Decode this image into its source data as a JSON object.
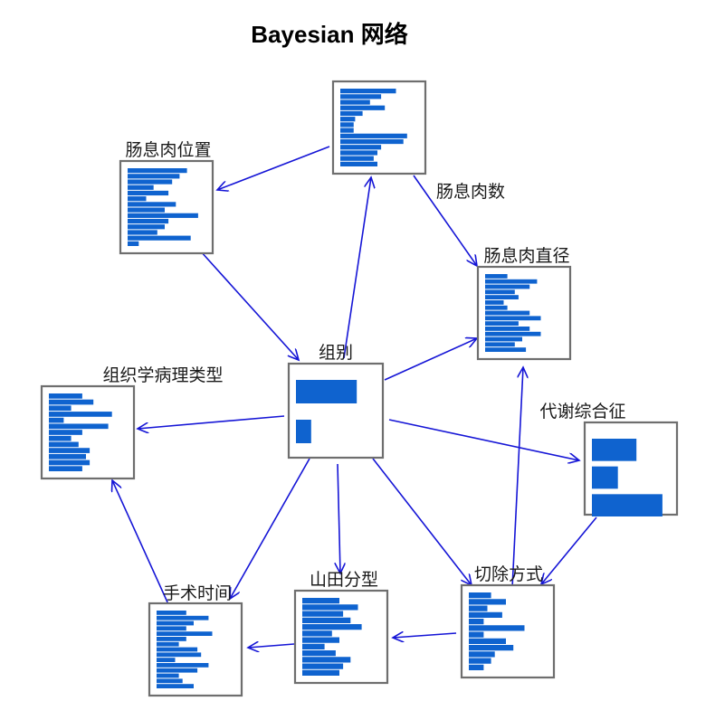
{
  "title": "Bayesian 网络",
  "colors": {
    "bar": "#0f63cf",
    "edge": "#1515d6",
    "box_border": "#6e6e6e"
  },
  "nodes": [
    {
      "id": "n_count",
      "label": "肠息肉数",
      "bars": [
        0.75,
        0.55,
        0.4,
        0.6,
        0.3,
        0.2,
        0.18,
        0.18,
        0.9,
        0.85,
        0.55,
        0.5,
        0.45,
        0.5
      ]
    },
    {
      "id": "n_location",
      "label": "肠息肉位置",
      "bars": [
        0.8,
        0.7,
        0.6,
        0.35,
        0.55,
        0.25,
        0.65,
        0.5,
        0.95,
        0.55,
        0.5,
        0.4,
        0.85,
        0.15
      ]
    },
    {
      "id": "n_diameter",
      "label": "肠息肉直径",
      "bars": [
        0.3,
        0.7,
        0.6,
        0.4,
        0.45,
        0.25,
        0.3,
        0.6,
        0.75,
        0.45,
        0.6,
        0.75,
        0.5,
        0.4,
        0.55
      ]
    },
    {
      "id": "n_group",
      "label": "组别",
      "bars": [
        0.8,
        0.2
      ]
    },
    {
      "id": "n_histology",
      "label": "组织学病理类型",
      "bars": [
        0.45,
        0.6,
        0.3,
        0.85,
        0.2,
        0.8,
        0.45,
        0.3,
        0.4,
        0.55,
        0.5,
        0.55,
        0.45
      ]
    },
    {
      "id": "n_metabolic",
      "label": "代谢综合征",
      "bars": [
        0.6,
        0.35,
        0.95
      ]
    },
    {
      "id": "n_surgery",
      "label": "切除方式",
      "bars": [
        0.3,
        0.5,
        0.25,
        0.45,
        0.2,
        0.75,
        0.2,
        0.5,
        0.6,
        0.35,
        0.3,
        0.2
      ]
    },
    {
      "id": "n_yamada",
      "label": "山田分型",
      "bars": [
        0.5,
        0.75,
        0.55,
        0.65,
        0.8,
        0.4,
        0.5,
        0.3,
        0.45,
        0.65,
        0.55,
        0.5
      ]
    },
    {
      "id": "n_time",
      "label": "手术时间",
      "bars": [
        0.4,
        0.7,
        0.5,
        0.4,
        0.75,
        0.4,
        0.3,
        0.55,
        0.6,
        0.25,
        0.7,
        0.55,
        0.3,
        0.35,
        0.5
      ]
    }
  ],
  "edges": [
    {
      "from": "n_count",
      "to": "n_location"
    },
    {
      "from": "n_group",
      "to": "n_count"
    },
    {
      "from": "n_count",
      "to": "n_diameter"
    },
    {
      "from": "n_group",
      "to": "n_diameter"
    },
    {
      "from": "n_group",
      "to": "n_histology"
    },
    {
      "from": "n_group",
      "to": "n_metabolic"
    },
    {
      "from": "n_group",
      "to": "n_yamada"
    },
    {
      "from": "n_group",
      "to": "n_time"
    },
    {
      "from": "n_group",
      "to": "n_surgery"
    },
    {
      "from": "n_surgery",
      "to": "n_diameter"
    },
    {
      "from": "n_metabolic",
      "to": "n_surgery"
    },
    {
      "from": "n_surgery",
      "to": "n_yamada"
    },
    {
      "from": "n_yamada",
      "to": "n_time"
    },
    {
      "from": "n_time",
      "to": "n_histology"
    },
    {
      "from": "n_location",
      "to": "n_group"
    }
  ]
}
